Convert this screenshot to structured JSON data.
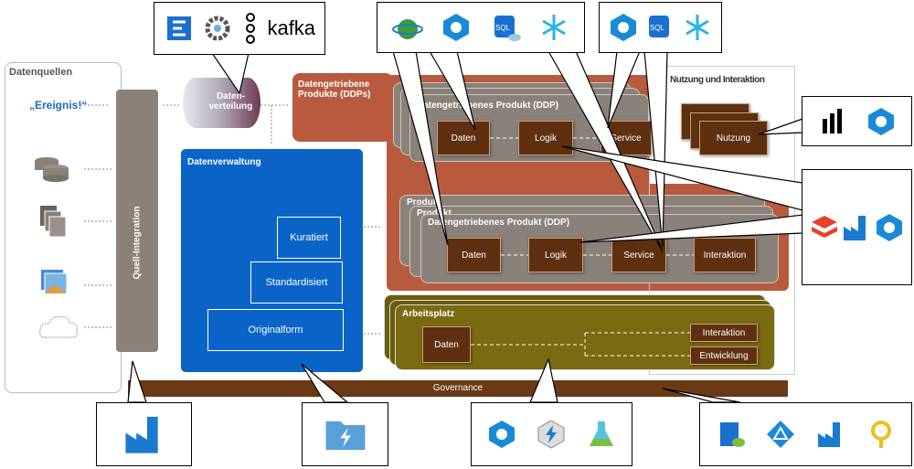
{
  "sources": {
    "title": "Datenquellen",
    "event": "„Ereignis!“",
    "icons": [
      "database-icon",
      "documents-icon",
      "image-icon",
      "cloud-icon"
    ]
  },
  "integration": {
    "label": "Quell-Integration"
  },
  "distribution": {
    "label": "Daten-\nverteilung"
  },
  "ddp": {
    "title": "Datengetriebene\nProdukte (DDPs)",
    "top": {
      "header": "Datengetriebenes Produkt (DDP)",
      "boxes": [
        "Daten",
        "Logik",
        "Service"
      ]
    },
    "bottom": {
      "back_labels": [
        "Produkt",
        "Produkt"
      ],
      "header": "Datengetriebenes Produkt (DDP)",
      "boxes": [
        "Daten",
        "Logik",
        "Service",
        "Interaktion"
      ]
    }
  },
  "management": {
    "title": "Datenverwaltung",
    "layers": [
      "Kuratiert",
      "Standardisiert",
      "Originalform"
    ]
  },
  "usage": {
    "title": "Nutzung und Interaktion",
    "box": "Nutzung"
  },
  "workspace": {
    "title": "Arbeitsplatz",
    "data": "Daten",
    "items": [
      "Interaktion",
      "Entwicklung"
    ]
  },
  "governance": {
    "label": "Governance"
  },
  "callouts": {
    "kafka_text": "kafka",
    "sql_text": "SQL"
  },
  "colors": {
    "ddp": "#b85a3e",
    "management": "#0a64c8",
    "workspace": "#7a6a10",
    "governance": "#6b3a14",
    "box": "#5e300f",
    "stack": "#8a8178"
  }
}
